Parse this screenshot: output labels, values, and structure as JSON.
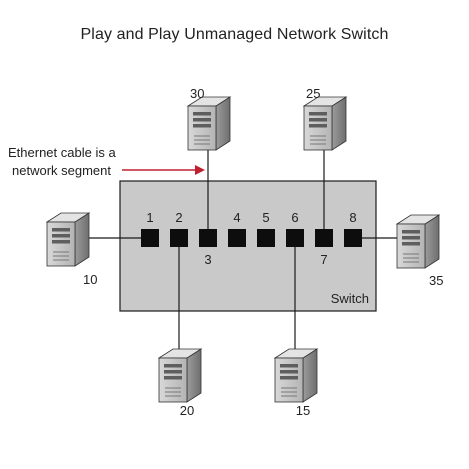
{
  "title": "Play and Play Unmanaged Network Switch",
  "annotation": {
    "lines": [
      "Ethernet cable is a",
      "network segment"
    ],
    "arrow_color": "#c0202f"
  },
  "switch": {
    "label": "Switch",
    "fill_color": "#c9c9c9",
    "ports": [
      {
        "number": "1",
        "label_side": "top"
      },
      {
        "number": "2",
        "label_side": "top"
      },
      {
        "number": "3",
        "label_side": "bottom"
      },
      {
        "number": "4",
        "label_side": "top"
      },
      {
        "number": "5",
        "label_side": "top"
      },
      {
        "number": "6",
        "label_side": "top"
      },
      {
        "number": "7",
        "label_side": "bottom"
      },
      {
        "number": "8",
        "label_side": "top"
      }
    ]
  },
  "computers": [
    {
      "id": "30",
      "port": "3",
      "position": "top"
    },
    {
      "id": "25",
      "port": "7",
      "position": "top"
    },
    {
      "id": "10",
      "port": "1",
      "position": "left"
    },
    {
      "id": "35",
      "port": "8",
      "position": "right"
    },
    {
      "id": "20",
      "port": "2",
      "position": "bottom"
    },
    {
      "id": "15",
      "port": "6",
      "position": "bottom"
    }
  ],
  "colors": {
    "line": "#1a1a1a",
    "port": "#0d0d0d",
    "server_front": "#c6c6c6",
    "server_side": "#8f8f8f",
    "server_top": "#e4e4e4"
  },
  "icons": {
    "computer": "tower-server-icon",
    "arrow": "arrow-right-icon"
  }
}
